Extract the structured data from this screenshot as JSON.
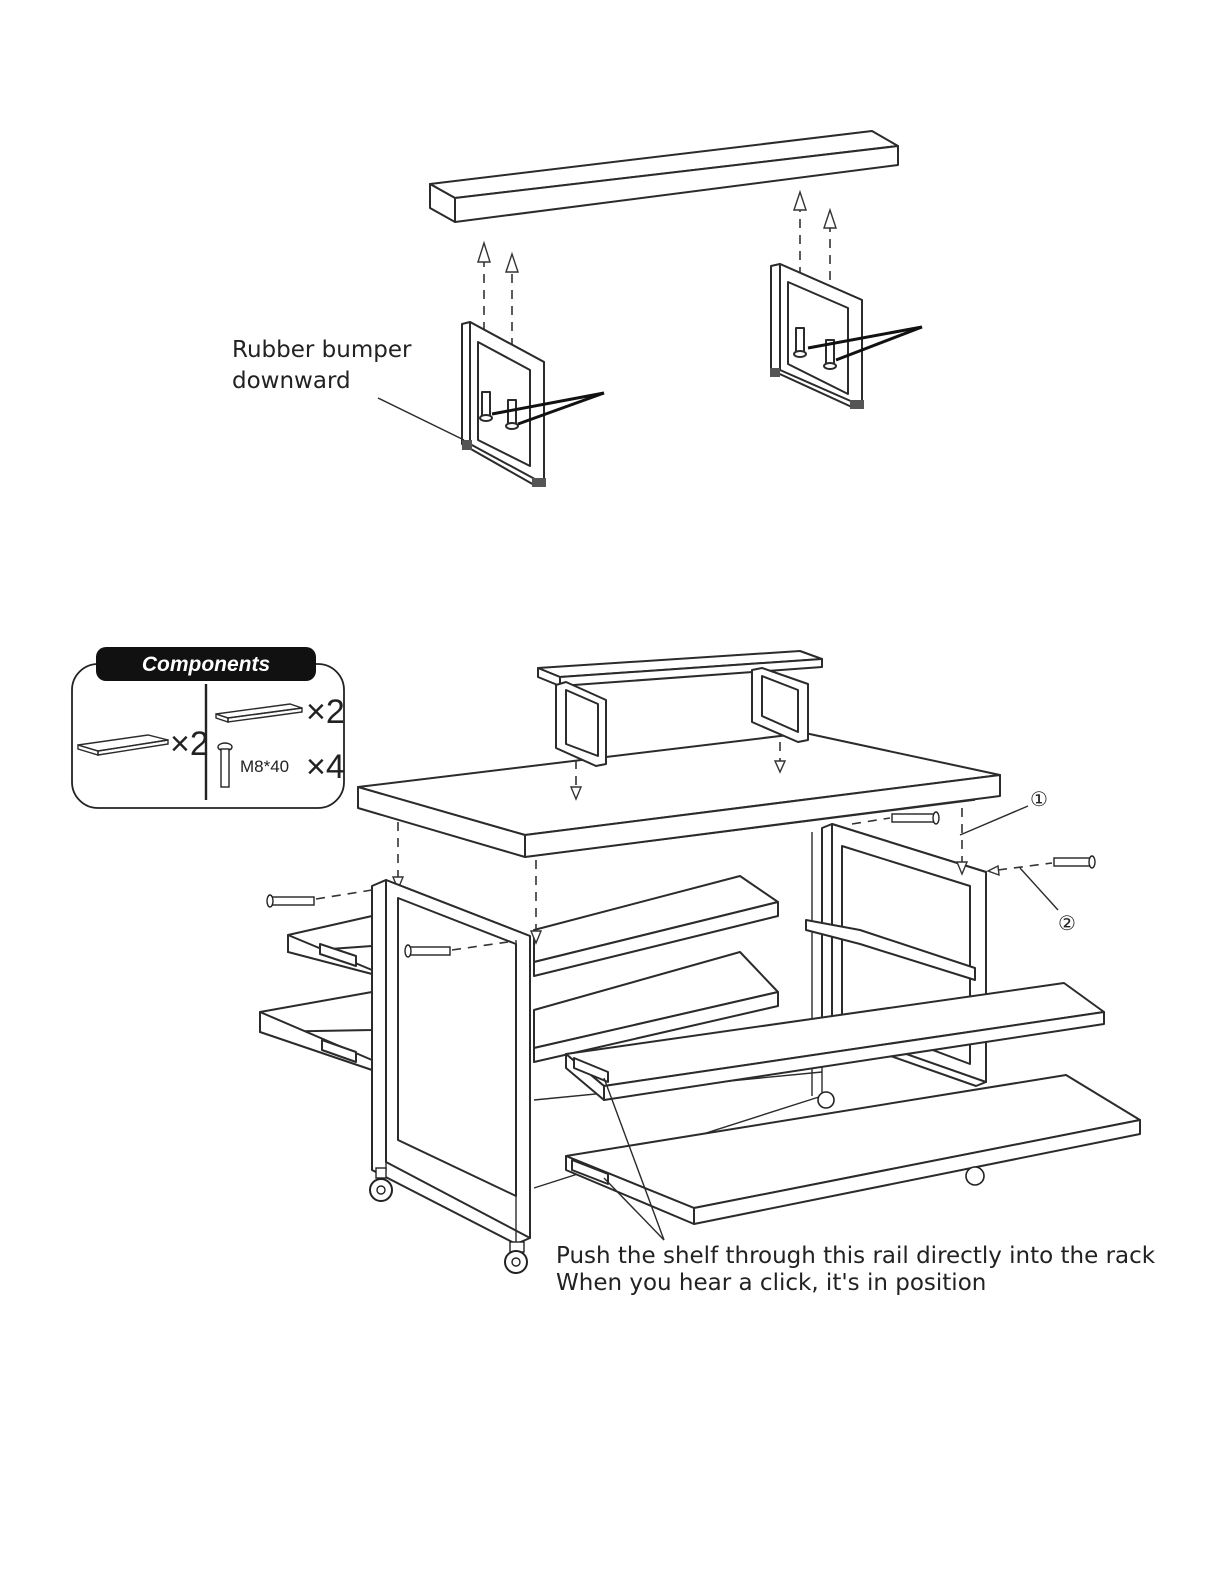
{
  "step1": {
    "callout": [
      "Rubber bumper",
      "downward"
    ]
  },
  "step2": {
    "components": {
      "title": "Components",
      "items": [
        {
          "icon": "large-shelf-icon",
          "qty": "×2"
        },
        {
          "icon": "small-shelf-icon",
          "qty": "×2"
        },
        {
          "icon": "bolt-icon",
          "label": "M8*40",
          "qty": "×4"
        }
      ]
    },
    "markers": [
      "①",
      "②"
    ],
    "instruction": [
      "Push the shelf through this rail directly into the rack",
      "When you hear a click, it's in position"
    ]
  },
  "colors": {
    "line": "#2b2b2b",
    "background": "#ffffff",
    "label_fill": "#1a1a1a"
  }
}
